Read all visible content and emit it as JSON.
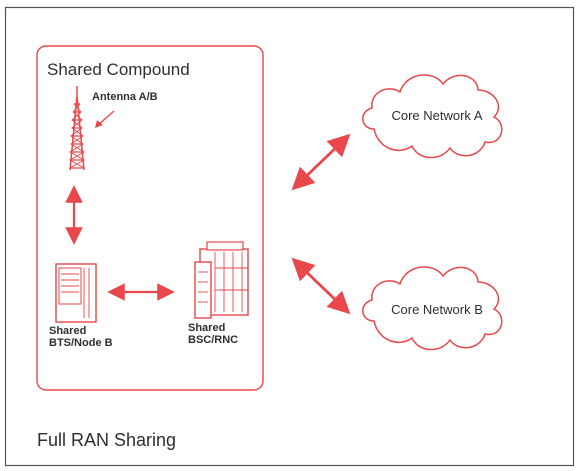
{
  "colors": {
    "accent": "#e8474b",
    "text": "#2f2f2f",
    "frame": "#555555",
    "background": "#ffffff"
  },
  "diagram": {
    "compound_label": "Shared Compound",
    "antenna_label": "Antenna A/B",
    "bts_label_line1": "Shared",
    "bts_label_line2": "BTS/Node B",
    "bsc_label_line1": "Shared",
    "bsc_label_line2": "BSC/RNC",
    "core_a_label": "Core Network A",
    "core_b_label": "Core Network B",
    "caption": "Full RAN Sharing"
  },
  "icons": [
    "antenna-tower-icon",
    "bts-server-icon",
    "bsc-rack-icon",
    "cloud-icon"
  ]
}
